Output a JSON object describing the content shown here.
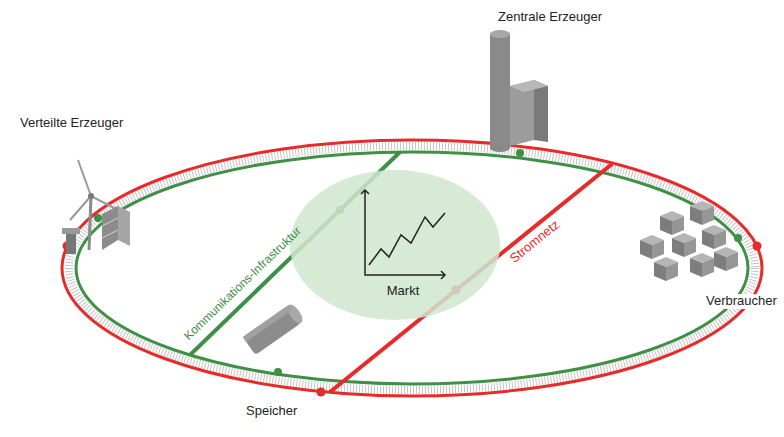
{
  "diagram": {
    "nodes": [
      {
        "text": [
          "Markt"
        ]
      }
    ],
    "labels": [
      "Zentrale Erzeuger",
      "Verteilte Erzeuger",
      "Kommunikations-Infrastruktur",
      "Stromnetz",
      "Speicher",
      "Verbraucher"
    ]
  }
}
